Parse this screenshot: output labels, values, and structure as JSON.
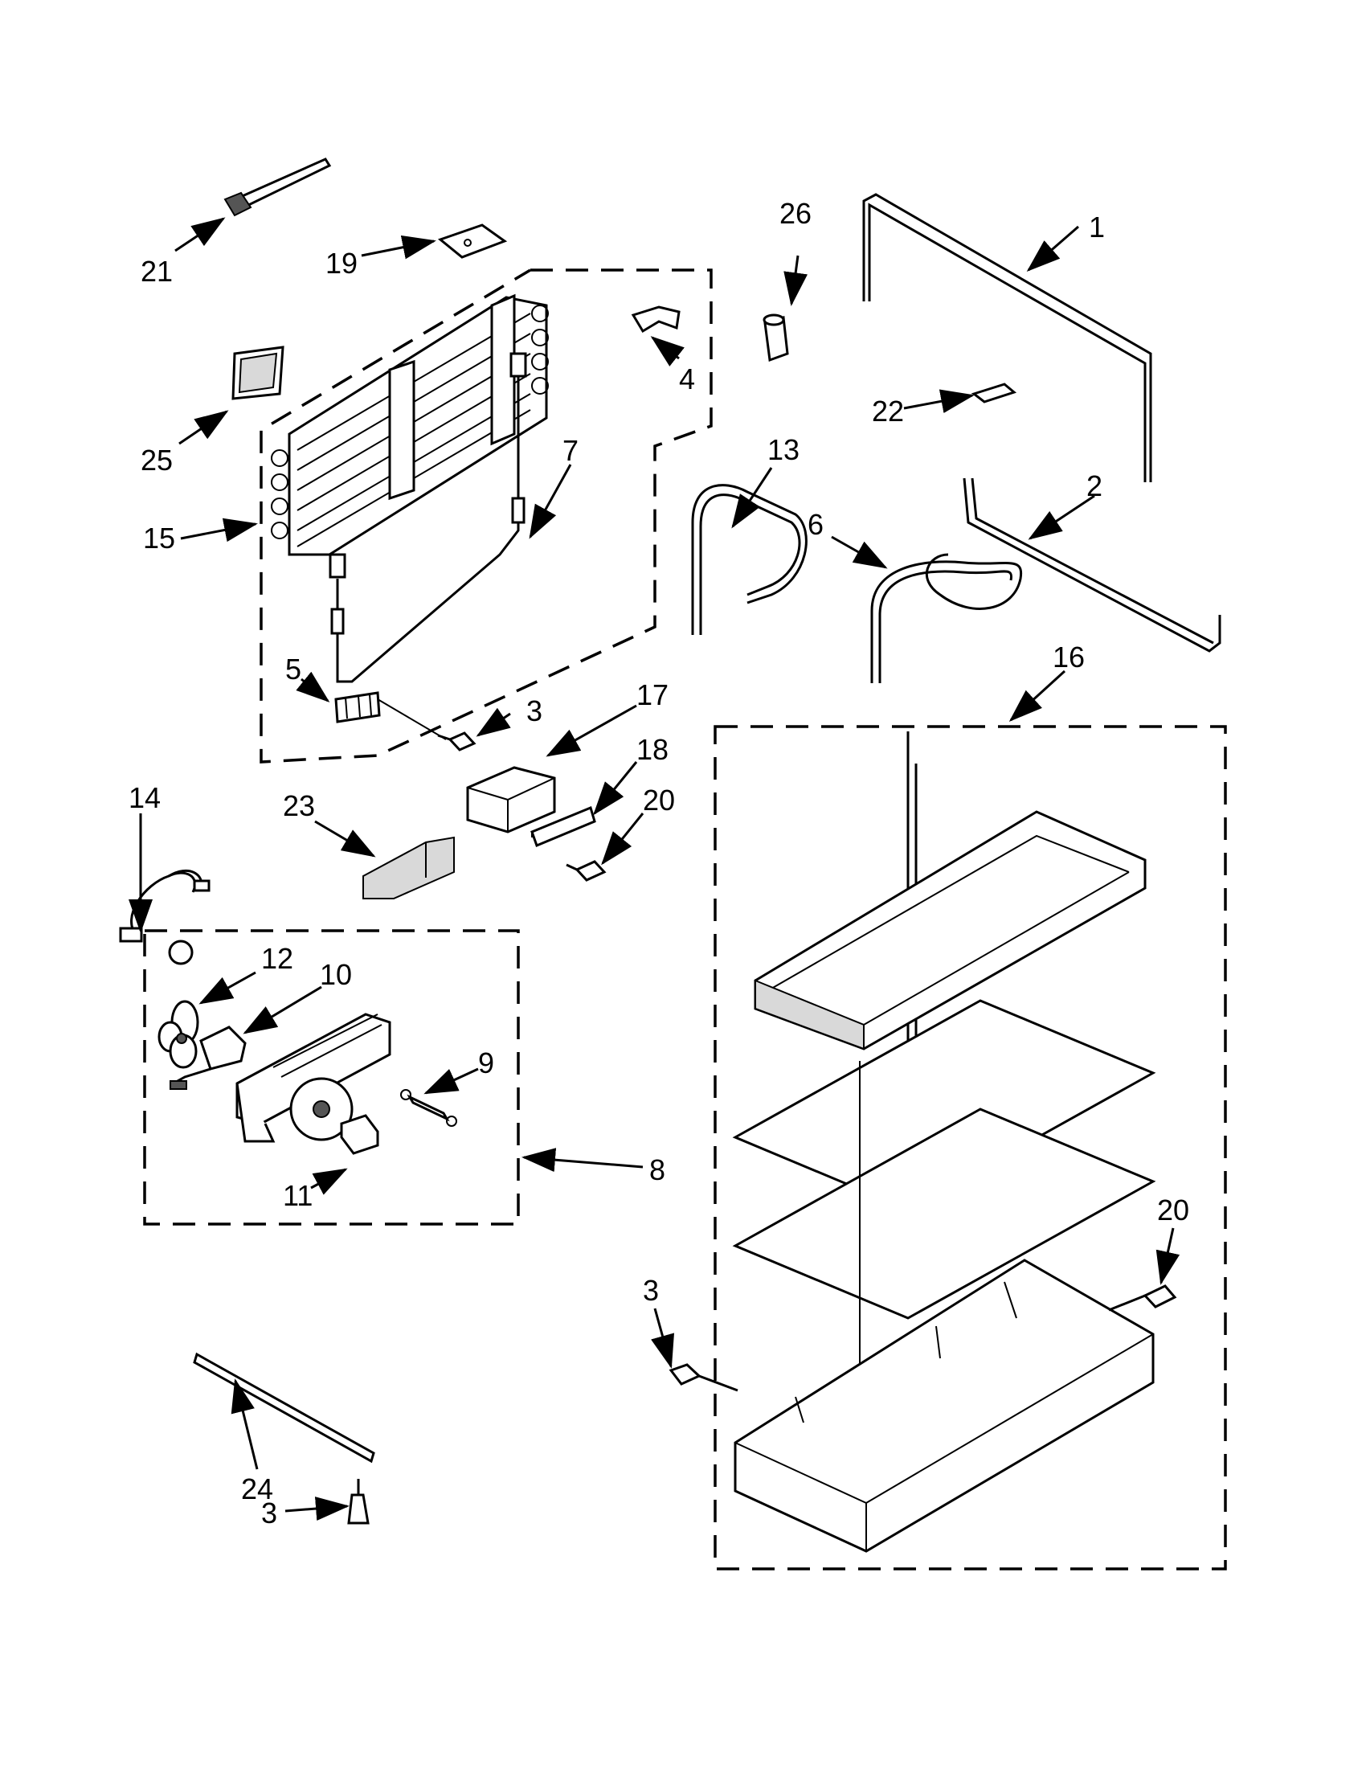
{
  "callouts": [
    {
      "id": "c1",
      "label": "1"
    },
    {
      "id": "c2",
      "label": "2"
    },
    {
      "id": "c3a",
      "label": "3"
    },
    {
      "id": "c3b",
      "label": "3"
    },
    {
      "id": "c3c",
      "label": "3"
    },
    {
      "id": "c4",
      "label": "4"
    },
    {
      "id": "c5",
      "label": "5"
    },
    {
      "id": "c6",
      "label": "6"
    },
    {
      "id": "c7",
      "label": "7"
    },
    {
      "id": "c8",
      "label": "8"
    },
    {
      "id": "c9",
      "label": "9"
    },
    {
      "id": "c10",
      "label": "10"
    },
    {
      "id": "c11",
      "label": "11"
    },
    {
      "id": "c12",
      "label": "12"
    },
    {
      "id": "c13",
      "label": "13"
    },
    {
      "id": "c14",
      "label": "14"
    },
    {
      "id": "c15",
      "label": "15"
    },
    {
      "id": "c16",
      "label": "16"
    },
    {
      "id": "c17",
      "label": "17"
    },
    {
      "id": "c18",
      "label": "18"
    },
    {
      "id": "c19",
      "label": "19"
    },
    {
      "id": "c20a",
      "label": "20"
    },
    {
      "id": "c20b",
      "label": "20"
    },
    {
      "id": "c21",
      "label": "21"
    },
    {
      "id": "c22",
      "label": "22"
    },
    {
      "id": "c23",
      "label": "23"
    },
    {
      "id": "c24",
      "label": "24"
    },
    {
      "id": "c25",
      "label": "25"
    },
    {
      "id": "c26",
      "label": "26"
    }
  ]
}
